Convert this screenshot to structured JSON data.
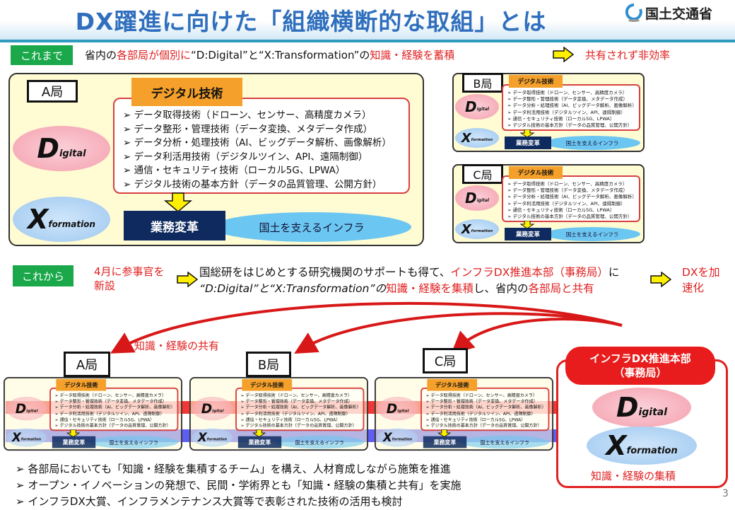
{
  "header": {
    "title": "DX躍進に向けた「組織横断的な取組」とは",
    "ministry": "国土交通省"
  },
  "before": {
    "badge": "これまで",
    "t1": "省内の",
    "t2": "各部局が個別に",
    "t3": "“D:Digital”と“X:Transformation”の",
    "t4": "知識・経験を蓄積",
    "result": "共有されず非効率"
  },
  "card": {
    "tech_title": "デジタル技術",
    "tech_items": [
      "データ取得技術（ドローン、センサー、高精度カメラ）",
      "データ整形・管理技術（データ変換、メタデータ作成）",
      "データ分析・処理技術（AI、ビッグデータ解析、画像解析）",
      "データ利活用技術（デジタルツイン、API、遠隔制御）",
      "通信・セキュリティ技術（ローカル5G、LPWA）",
      "デジタル技術の基本方針（データの品質管理、公開方針）"
    ],
    "d_big": "D",
    "d_small": "igital",
    "x_big": "X",
    "x_small": "formation",
    "reform": "業務変革",
    "infra": "国土を支えるインフラ"
  },
  "bureaus": [
    "A局",
    "B局",
    "C局"
  ],
  "after": {
    "badge": "これから",
    "new_post": "4月に参事官を新設",
    "l1a": "国総研をはじめとする研究機関のサポートも得て、",
    "l1b": "インフラDX推進本部（事務局）",
    "l1c": "に",
    "l2a": "“D:Digital”と“X:Transformation”の",
    "l2b": "知識・経験を集積",
    "l2c": "し、省内の",
    "l2d": "各部局と共有",
    "result": "DXを加速化",
    "share_label": "知識・経験の共有",
    "hq_title": "インフラDX推進本部（事務局）",
    "hq_footer": "知識・経験の集積",
    "bullets": [
      "各部局においても「知識・経験を集積するチーム」を構え、人材育成しながら施策を推進",
      "オープン・イノベーションの発想で、民間・学術界とも「知識・経験の集積と共有」を実施",
      "インフラDX大賞、インフラメンテナンス大賞等で表彰された技術の活用も検討"
    ]
  },
  "page_number": "3",
  "colors": {
    "title": "#2f6fbd",
    "green": "#1aa84a",
    "red": "#e02020",
    "navy": "#0e2a5e",
    "orange": "#f5a02a"
  }
}
